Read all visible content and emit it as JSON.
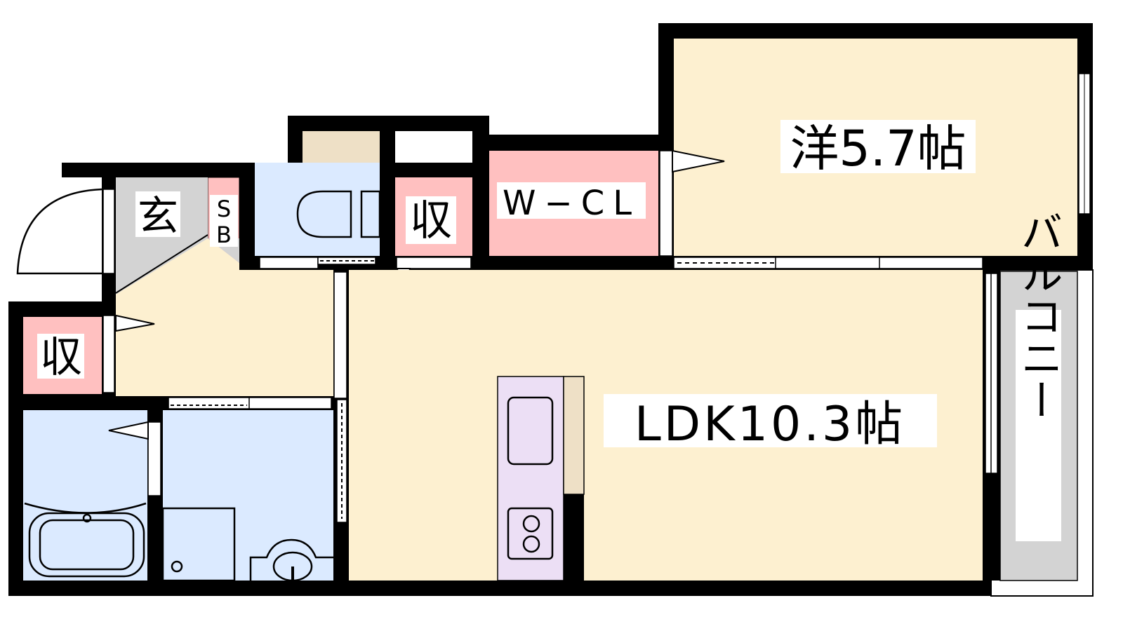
{
  "rooms": {
    "western_room": {
      "label": "洋5.7帖"
    },
    "walk_in_closet": {
      "label": "W−CL"
    },
    "entrance": {
      "label": "玄"
    },
    "shoe_box": {
      "label_top": "S",
      "label_bottom": "B"
    },
    "storage_upper": {
      "label": "収"
    },
    "storage_lower": {
      "label": "収"
    },
    "ldk": {
      "label": "LDK10.3帖"
    },
    "balcony": {
      "label": "バルコニー"
    }
  },
  "colors": {
    "wall": "#000000",
    "living": "#fdf0d0",
    "storage": "#ffc0c0",
    "wet_area": "#dbeaff",
    "entrance": "#d3d3d3",
    "kitchen": "#ecdff5",
    "counter": "#eee0c6"
  }
}
